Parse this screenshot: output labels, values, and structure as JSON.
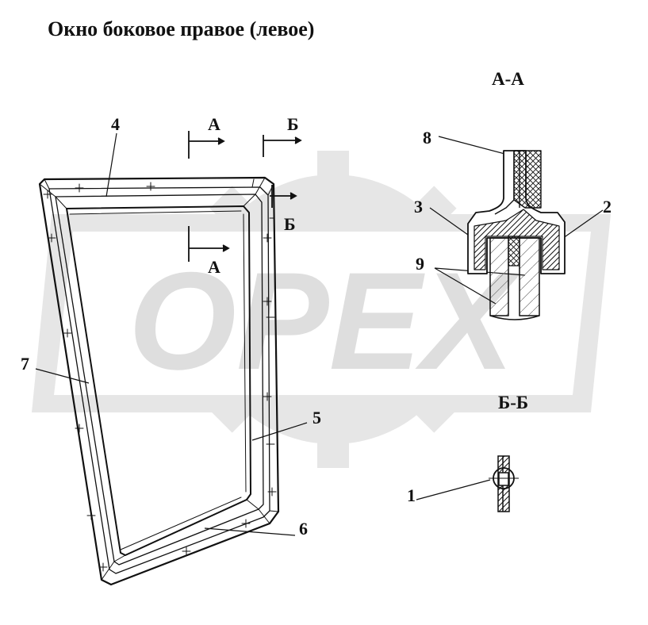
{
  "title": "Окно боковое правое (левое)",
  "watermark": "OPEX",
  "sections": {
    "aa": "А-А",
    "bb": "Б-Б"
  },
  "cut_marks": {
    "a": "А",
    "b": "Б"
  },
  "callouts": [
    "1",
    "2",
    "3",
    "4",
    "5",
    "6",
    "7",
    "8",
    "9"
  ],
  "colors": {
    "line": "#111111",
    "watermark": "#e6e6e6"
  }
}
